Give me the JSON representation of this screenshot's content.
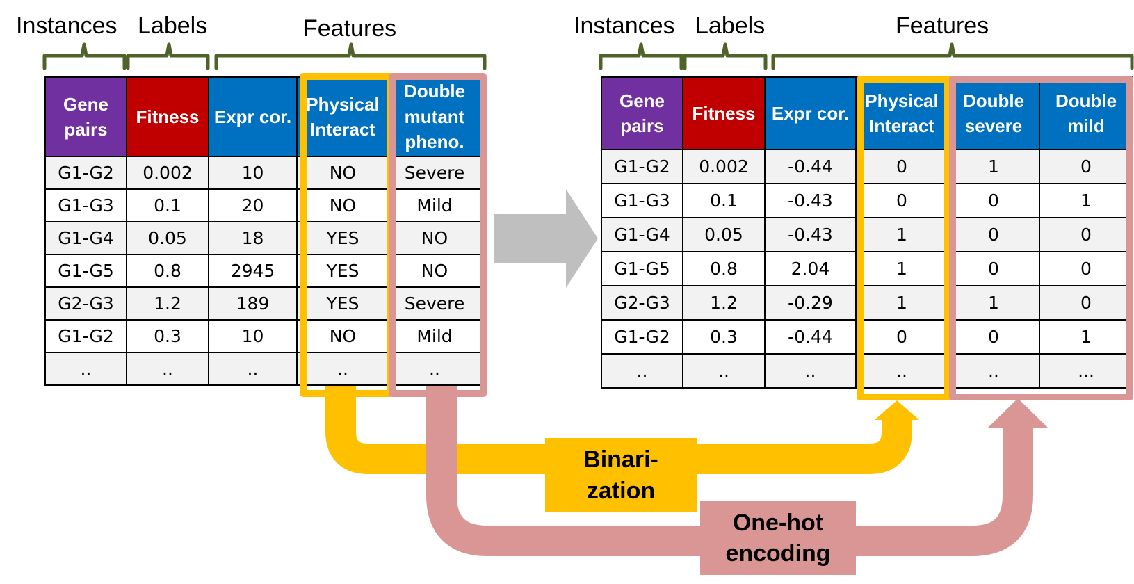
{
  "group_labels": {
    "instances": "Instances",
    "labels": "Labels",
    "features": "Features"
  },
  "left_table": {
    "headers": [
      "Gene\npairs",
      "Fitness",
      "Expr cor.",
      "Physical\nInteract",
      "Double\nmutant\npheno."
    ],
    "rows": [
      [
        "G1-G2",
        "0.002",
        "10",
        "NO",
        "Severe"
      ],
      [
        "G1-G3",
        "0.1",
        "20",
        "NO",
        "Mild"
      ],
      [
        "G1-G4",
        "0.05",
        "18",
        "YES",
        "NO"
      ],
      [
        "G1-G5",
        "0.8",
        "2945",
        "YES",
        "NO"
      ],
      [
        "G2-G3",
        "1.2",
        "189",
        "YES",
        "Severe"
      ],
      [
        "G1-G2",
        "0.3",
        "10",
        "NO",
        "Mild"
      ],
      [
        "..",
        "..",
        "..",
        "..",
        ".."
      ]
    ]
  },
  "right_table": {
    "headers": [
      "Gene\npairs",
      "Fitness",
      "Expr cor.",
      "Physical\nInteract",
      "Double\nsevere",
      "Double\nmild"
    ],
    "rows": [
      [
        "G1-G2",
        "0.002",
        "-0.44",
        "0",
        "1",
        "0"
      ],
      [
        "G1-G3",
        "0.1",
        "-0.43",
        "0",
        "0",
        "1"
      ],
      [
        "G1-G4",
        "0.05",
        "-0.43",
        "1",
        "0",
        "0"
      ],
      [
        "G1-G5",
        "0.8",
        "2.04",
        "1",
        "0",
        "0"
      ],
      [
        "G2-G3",
        "1.2",
        "-0.29",
        "1",
        "1",
        "0"
      ],
      [
        "G1-G2",
        "0.3",
        "-0.44",
        "0",
        "0",
        "1"
      ],
      [
        "..",
        "..",
        "..",
        "..",
        "..",
        "..."
      ]
    ]
  },
  "binarization_label": "Binari-\nzation",
  "onehot_label": "One-hot\nencoding",
  "colors": {
    "instance_header": "#7030a0",
    "label_header": "#c00000",
    "feature_header": "#0070c0",
    "binarization": "#ffc000",
    "onehot": "#d99694",
    "bracket": "#4f6228",
    "transform_arrow": "#bfbfbf"
  }
}
